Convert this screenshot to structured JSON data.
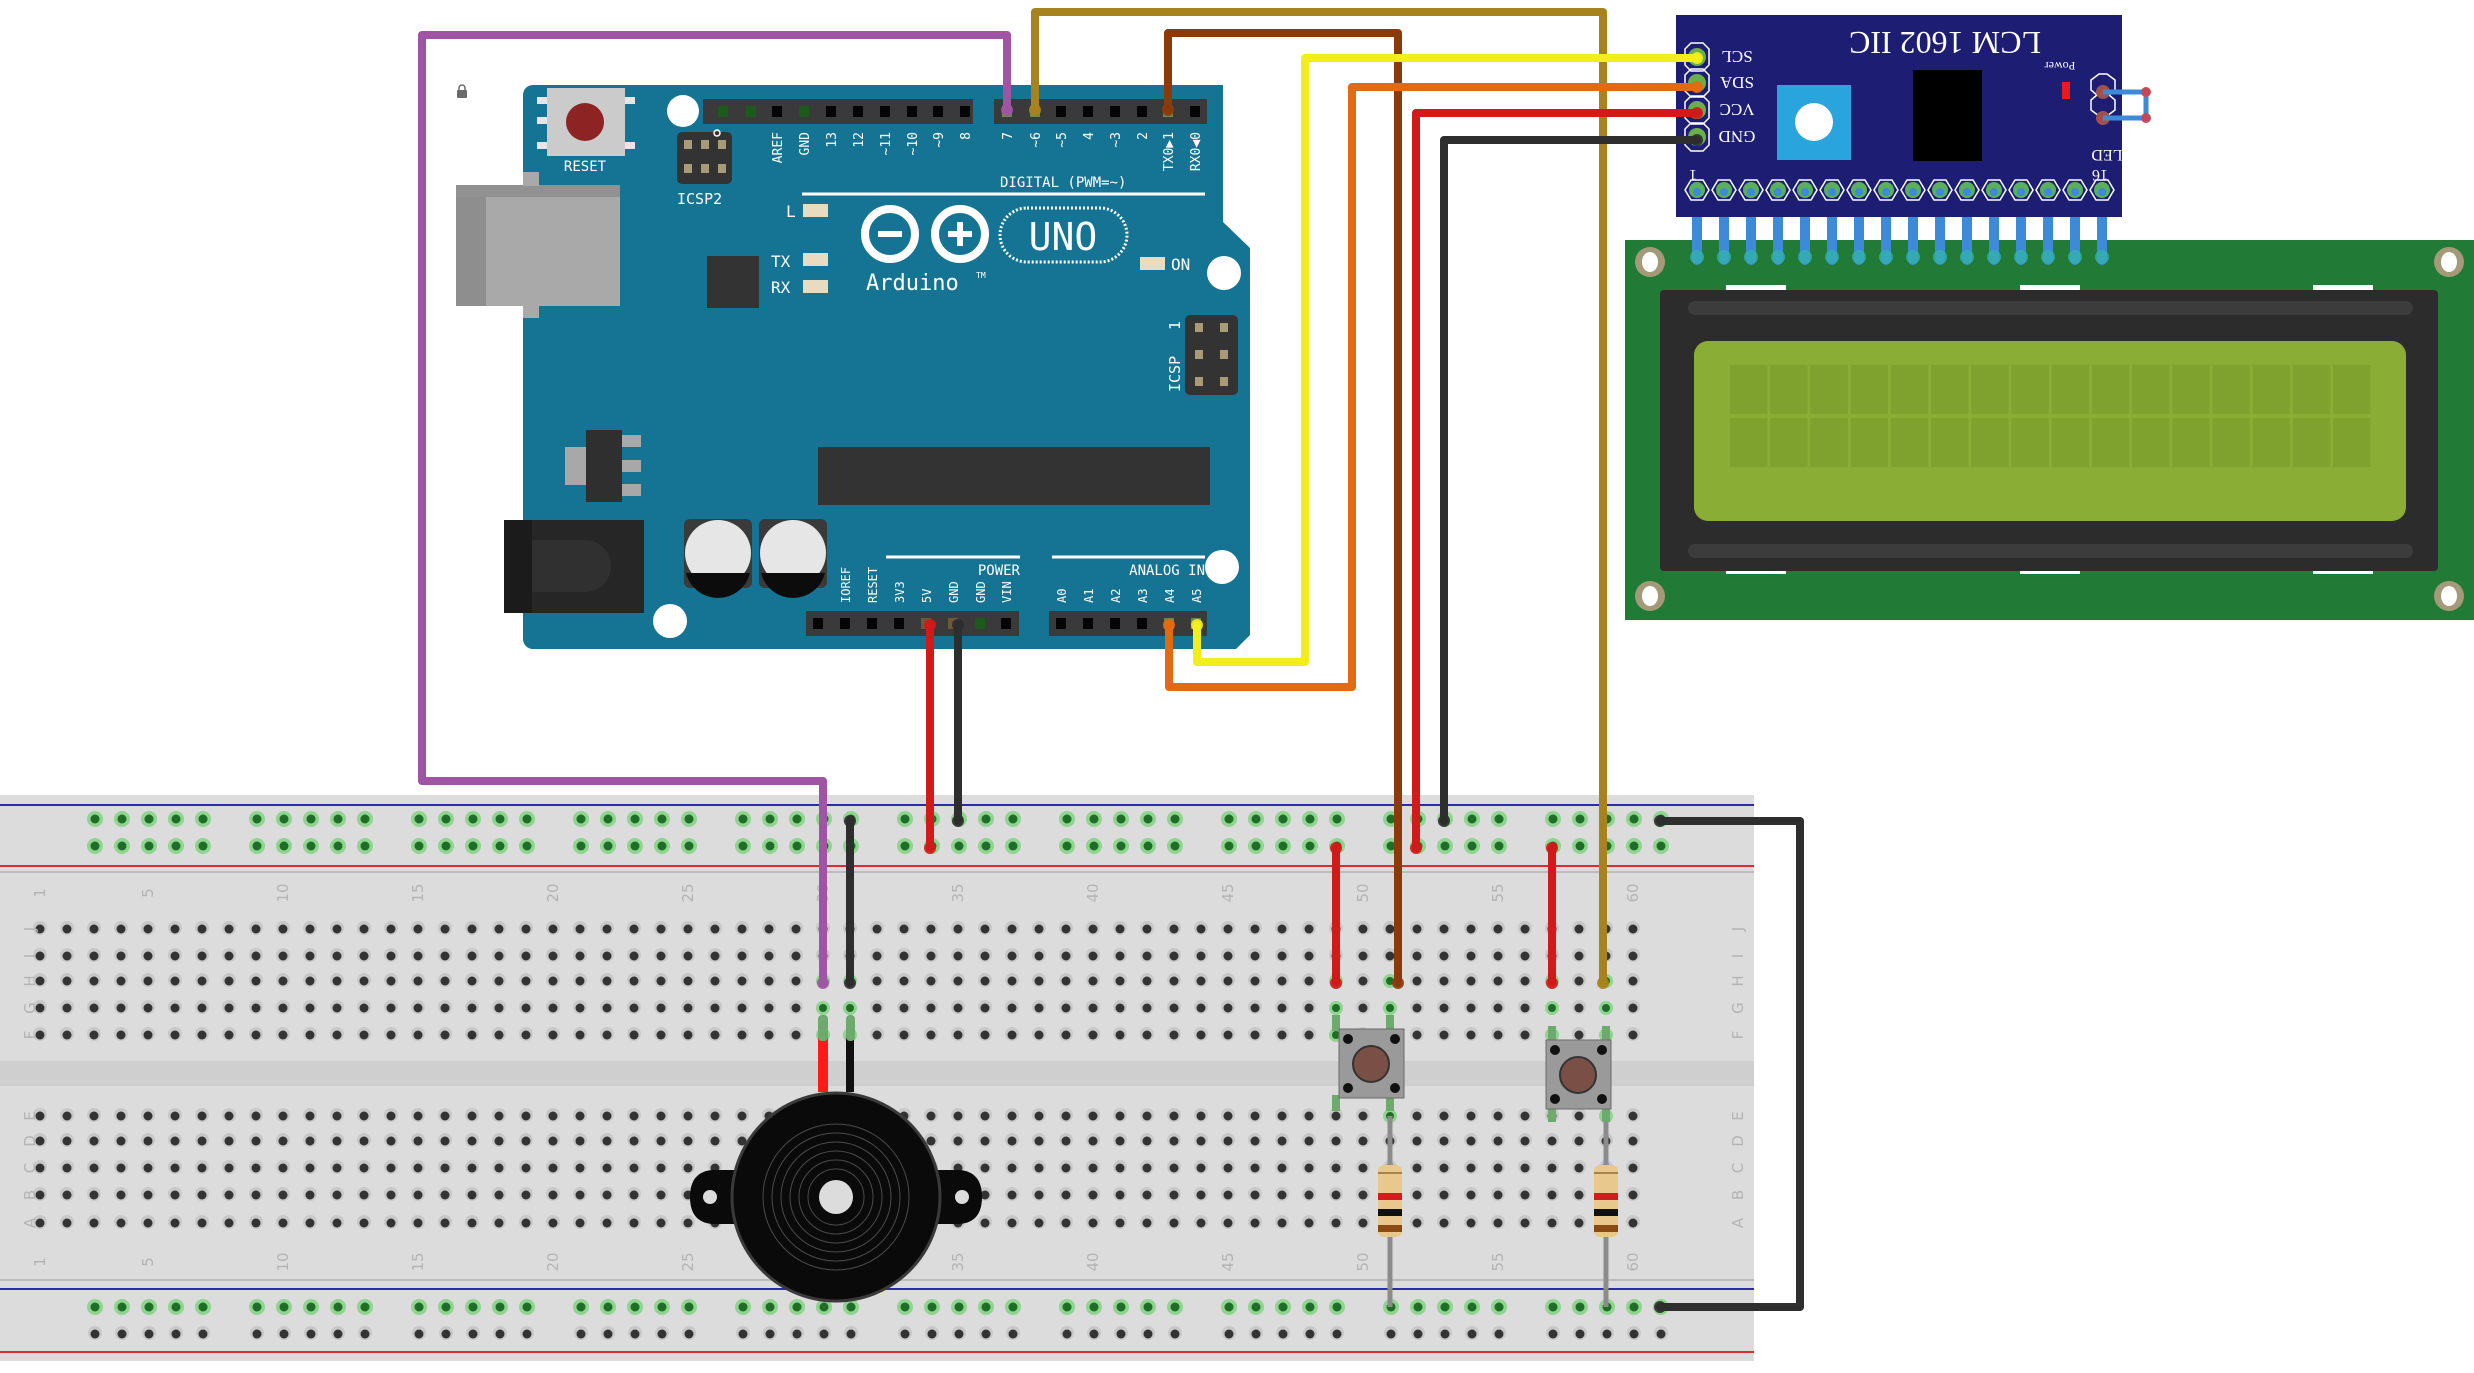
{
  "colors": {
    "background": "#ffffff",
    "arduino_board": "#157493",
    "breadboard": "#dcdcdc",
    "rail_blue": "#2b2bb0",
    "rail_red": "#d83030",
    "hole_dark": "#333333",
    "hole_green": "#1e6e28",
    "hole_green_glow": "#8fd48f",
    "lcd_pcb": "#217a35",
    "lcd_bezel": "#2c2c2c",
    "lcd_screen": "#8aae35",
    "lcd_cell": "#7fa22f",
    "i2c_board": "#1d1d74",
    "i2c_pot": "#2aa4dc",
    "header_pin_blue": "#3c8ad8"
  },
  "arduino": {
    "name": "Arduino UNO",
    "logo_text": "Arduino",
    "trademark": "TM",
    "model": "UNO",
    "reset_label": "RESET",
    "icsp2_label": "ICSP2",
    "icsp_label": "ICSP",
    "icsp_pin1": "1",
    "led_labels": [
      "L",
      "TX",
      "RX",
      "ON"
    ],
    "digital_header_label": "DIGITAL (PWM=~)",
    "digital_pins_left": [
      "",
      "",
      "AREF",
      "GND",
      "13",
      "12",
      "~11",
      "~10",
      "~9",
      "8"
    ],
    "digital_pins_right": [
      "7",
      "~6",
      "~5",
      "4",
      "~3",
      "2",
      "TX0▶1",
      "RX0◀0"
    ],
    "power_header_label": "POWER",
    "power_pins": [
      "IOREF",
      "RESET",
      "3V3",
      "5V",
      "GND",
      "GND",
      "VIN"
    ],
    "analog_header_label": "ANALOG IN",
    "analog_pins": [
      "A0",
      "A1",
      "A2",
      "A3",
      "A4",
      "A5"
    ]
  },
  "i2c_module": {
    "title": "LCM 1602 IIC",
    "power_label": "Power",
    "led_label": "LED",
    "pin_first": "1",
    "pin_last": "16",
    "pins": [
      "SCL",
      "SDA",
      "VCC",
      "GND"
    ]
  },
  "lcd": {
    "name": "LCD 16x2",
    "columns": 16,
    "rows": 2
  },
  "breadboard": {
    "columns": 60,
    "column_labels": [
      "1",
      "5",
      "10",
      "15",
      "20",
      "25",
      "30",
      "35",
      "40",
      "45",
      "50",
      "55",
      "60"
    ],
    "rows_top": [
      "J",
      "I",
      "H",
      "G",
      "F"
    ],
    "rows_bottom": [
      "E",
      "D",
      "C",
      "B",
      "A"
    ]
  },
  "components": {
    "buzzer": {
      "name": "Piezo buzzer",
      "column_positive": 30,
      "column_negative": 31
    },
    "buttons": [
      {
        "name": "Push button 1",
        "columns": [
          49,
          51
        ]
      },
      {
        "name": "Push button 2",
        "columns": [
          57,
          59
        ]
      }
    ],
    "resistors": [
      {
        "name": "Resistor 1",
        "column": 51,
        "bands": [
          "#d41c1c",
          "#111111",
          "#8a4a12"
        ]
      },
      {
        "name": "Resistor 2",
        "column": 59,
        "bands": [
          "#d41c1c",
          "#111111",
          "#8a4a12"
        ]
      }
    ]
  },
  "wires": [
    {
      "name": "purple-wire",
      "color": "#a054a4",
      "from": "D7",
      "to": "Buzzer +"
    },
    {
      "name": "gold-wire",
      "color": "#a8821c",
      "from": "D6",
      "to": "Button 2"
    },
    {
      "name": "brown-wire",
      "color": "#8b3a0a",
      "from": "D1 (TX)",
      "to": "Button 1"
    },
    {
      "name": "yellow-wire",
      "color": "#f2ee1e",
      "from": "A5",
      "to": "SCL"
    },
    {
      "name": "orange-wire",
      "color": "#e26a12",
      "from": "A4",
      "to": "SDA"
    },
    {
      "name": "red-lcd-wire",
      "color": "#d21a1a",
      "from": "+ rail",
      "to": "VCC"
    },
    {
      "name": "black-lcd-wire",
      "color": "#2e2e2e",
      "from": "- rail",
      "to": "GND"
    },
    {
      "name": "red-5v-wire",
      "color": "#d21a1a",
      "from": "5V",
      "to": "+ rail"
    },
    {
      "name": "black-gnd-wire",
      "color": "#2e2e2e",
      "from": "GND",
      "to": "- rail"
    },
    {
      "name": "black-buzzer-wire",
      "color": "#2e2e2e",
      "from": "- rail",
      "to": "Buzzer -"
    },
    {
      "name": "red-button1-wire",
      "color": "#d21a1a",
      "from": "+ rail",
      "to": "Button 1"
    },
    {
      "name": "red-button2-wire",
      "color": "#d21a1a",
      "from": "+ rail",
      "to": "Button 2"
    },
    {
      "name": "black-rail-bridge-wire",
      "color": "#2e2e2e",
      "from": "top - rail",
      "to": "bottom - rail"
    }
  ]
}
